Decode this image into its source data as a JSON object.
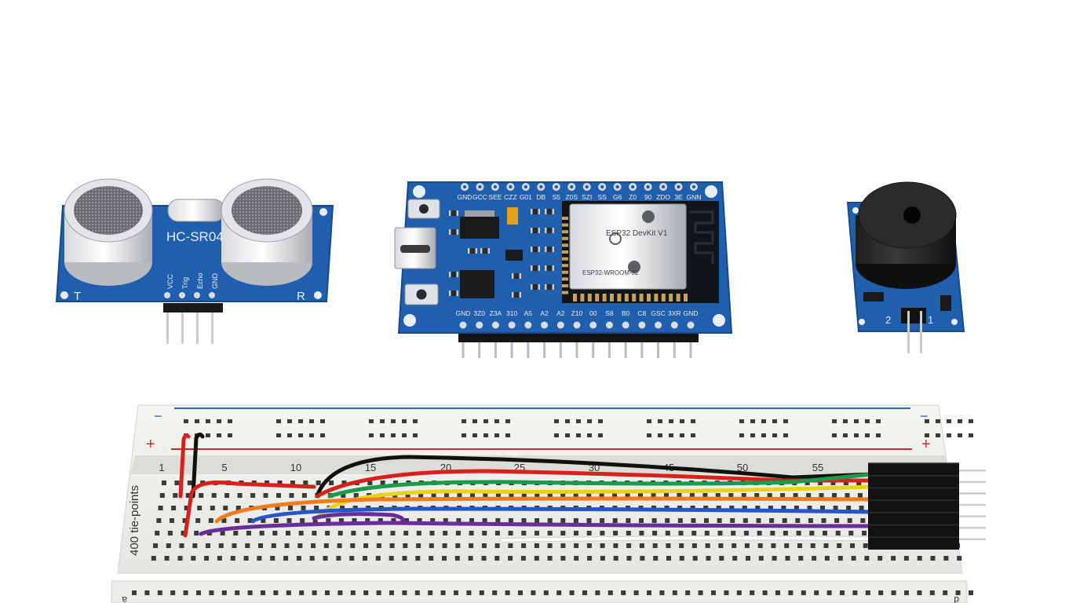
{
  "sonar": {
    "model": "HC-SR04",
    "left_label": "T",
    "right_label": "R",
    "pins": [
      "VCC",
      "Trig",
      "Echo",
      "GND"
    ]
  },
  "board": {
    "shield_text": [
      "ESP32 DevKit V1",
      "ESP32-WROOM-32"
    ],
    "top_pins": [
      "GND",
      "GCC",
      "SEE",
      "CZZ",
      "G01",
      "DB",
      "S5",
      "Z0S",
      "SZI",
      "SS",
      "G6",
      "Z0",
      "90",
      "ZDO",
      "3E",
      "GNN"
    ],
    "bottom_pins": [
      "GND",
      "3Z0",
      "Z3A",
      "310",
      "A5",
      "A2",
      "A2",
      "Z10",
      "00",
      "S8",
      "B0",
      "C8",
      "GSC",
      "3XR",
      "GND"
    ]
  },
  "buzzer": {
    "label_left": "2",
    "label_right": "1"
  },
  "breadboard": {
    "rail_minus": "−",
    "rail_plus": "+",
    "side_label": "400 tie-points",
    "col_labels": [
      "1",
      "5",
      "10",
      "15",
      "20",
      "25",
      "30",
      "45",
      "50",
      "55"
    ],
    "bottom_edge_left": "a",
    "bottom_edge_right": "d"
  },
  "colors": {
    "pcb": "#1f5fae",
    "pcb_dark": "#174a8a",
    "wires": [
      "#111111",
      "#d8211c",
      "#1a9a4a",
      "#e8d21a",
      "#ef7d1c",
      "#2456c8",
      "#6a2e9a",
      "#ffffff"
    ]
  }
}
